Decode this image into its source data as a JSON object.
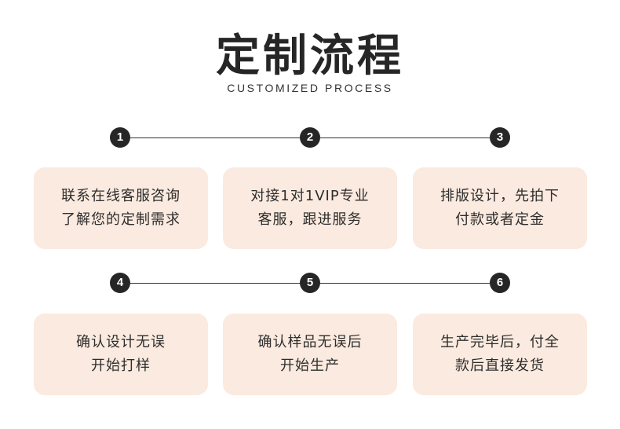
{
  "title": "定制流程",
  "subtitle": "CUSTOMIZED PROCESS",
  "steps": [
    {
      "num": "1",
      "line1": "联系在线客服咨询",
      "line2": "了解您的定制需求"
    },
    {
      "num": "2",
      "line1": "对接1对1VIP专业",
      "line2": "客服，跟进服务"
    },
    {
      "num": "3",
      "line1": "排版设计，先拍下",
      "line2": "付款或者定金"
    },
    {
      "num": "4",
      "line1": "确认设计无误",
      "line2": "开始打样"
    },
    {
      "num": "5",
      "line1": "确认样品无误后",
      "line2": "开始生产"
    },
    {
      "num": "6",
      "line1": "生产完毕后，付全",
      "line2": "款后直接发货"
    }
  ],
  "colors": {
    "card_bg": "#fbeadf",
    "badge": "#262626"
  }
}
